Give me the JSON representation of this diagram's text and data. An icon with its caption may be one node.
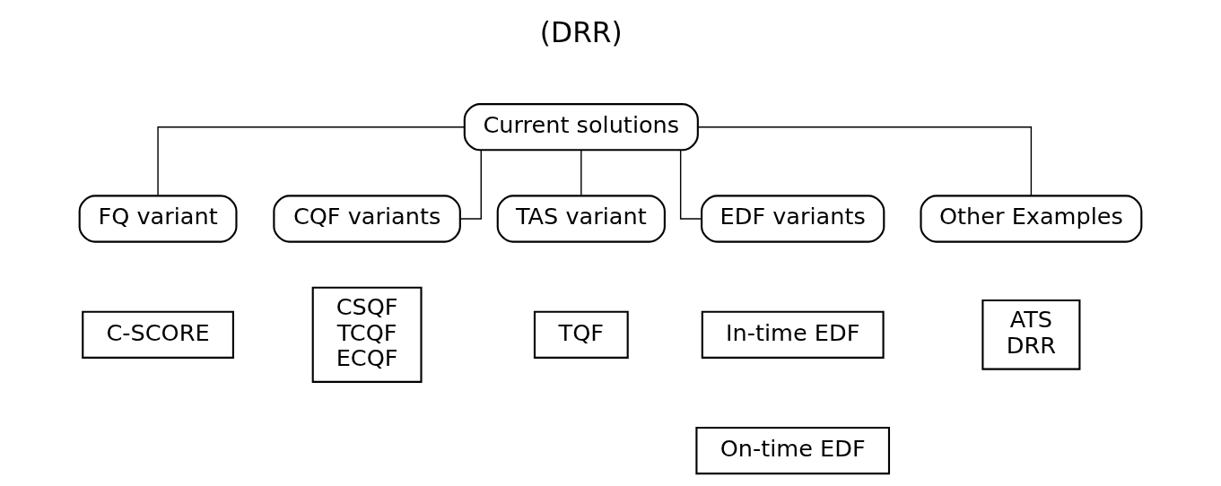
{
  "diagram": {
    "nodes": [
      {
        "text": [
          "Current solutions"
        ]
      },
      {
        "text": [
          "FQ variant"
        ]
      },
      {
        "text": [
          "CQF variants"
        ]
      },
      {
        "text": [
          "TAS variant"
        ]
      },
      {
        "text": [
          "EDF variants"
        ]
      },
      {
        "text": [
          "Other Examples"
        ]
      },
      {
        "text": [
          "C-SCORE"
        ]
      },
      {
        "text": [
          "CSQF",
          "TCQF",
          "ECQF"
        ]
      },
      {
        "text": [
          "TQF"
        ]
      },
      {
        "text": [
          "In-time EDF"
        ]
      },
      {
        "text": [
          "On-time EDF"
        ]
      },
      {
        "text": [
          "ATS",
          "DRR"
        ]
      }
    ],
    "edges": [
      {
        "from": 0,
        "to": 1,
        "arrow": "none"
      },
      {
        "from": 0,
        "to": 2,
        "arrow": "none"
      },
      {
        "from": 0,
        "to": 3,
        "arrow": "none"
      },
      {
        "from": 0,
        "to": 4,
        "arrow": "none"
      },
      {
        "from": 0,
        "to": 5,
        "arrow": "none"
      }
    ],
    "labels": [
      "(DRR)"
    ]
  }
}
